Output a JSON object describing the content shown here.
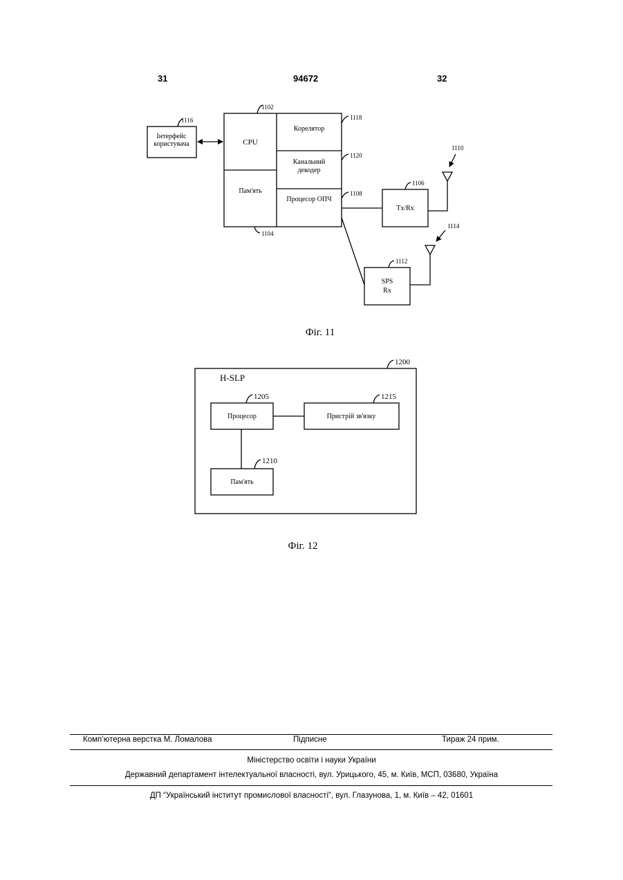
{
  "header": {
    "left_page": "31",
    "patent_number": "94672",
    "right_page": "32"
  },
  "fig11": {
    "caption": "Фіг. 11",
    "blocks": {
      "user_interface": "Інтерфейс користувача",
      "user_interface_line1": "Інтерфейс",
      "user_interface_line2": "користувача",
      "cpu": "CPU",
      "memory": "Пам'ять",
      "correlator": "Корелятор",
      "channel_decoder_line1": "Канальний",
      "channel_decoder_line2": "декодер",
      "rf_processor": "Процесор ОПЧ",
      "txrx": "Tx/Rx",
      "sps_line1": "SPS",
      "sps_line2": "Rx"
    },
    "refs": {
      "ui": "1116",
      "cpu": "1102",
      "memory": "1104",
      "correlator": "1118",
      "decoder": "1120",
      "rf": "1108",
      "txrx": "1106",
      "antenna1": "1110",
      "sps": "1112",
      "antenna2": "1114"
    }
  },
  "fig12": {
    "caption": "Фіг. 12",
    "title": "H-SLP",
    "blocks": {
      "processor": "Процесор",
      "comm_device": "Пристрій зв'язку",
      "memory": "Пам'ять"
    },
    "refs": {
      "outer": "1200",
      "processor": "1205",
      "comm_device": "1215",
      "memory": "1210"
    }
  },
  "footer": {
    "layout": "Комп’ютерна верстка М. Ломалова",
    "signed": "Підписне",
    "circulation": "Тираж 24 прим.",
    "ministry": "Міністерство освіти і науки України",
    "department": "Державний департамент інтелектуальної власності, вул. Урицького, 45, м. Київ, МСП, 03680, Україна",
    "institute": "ДП “Український інститут промислової власності”, вул. Глазунова, 1, м. Київ – 42, 01601"
  }
}
